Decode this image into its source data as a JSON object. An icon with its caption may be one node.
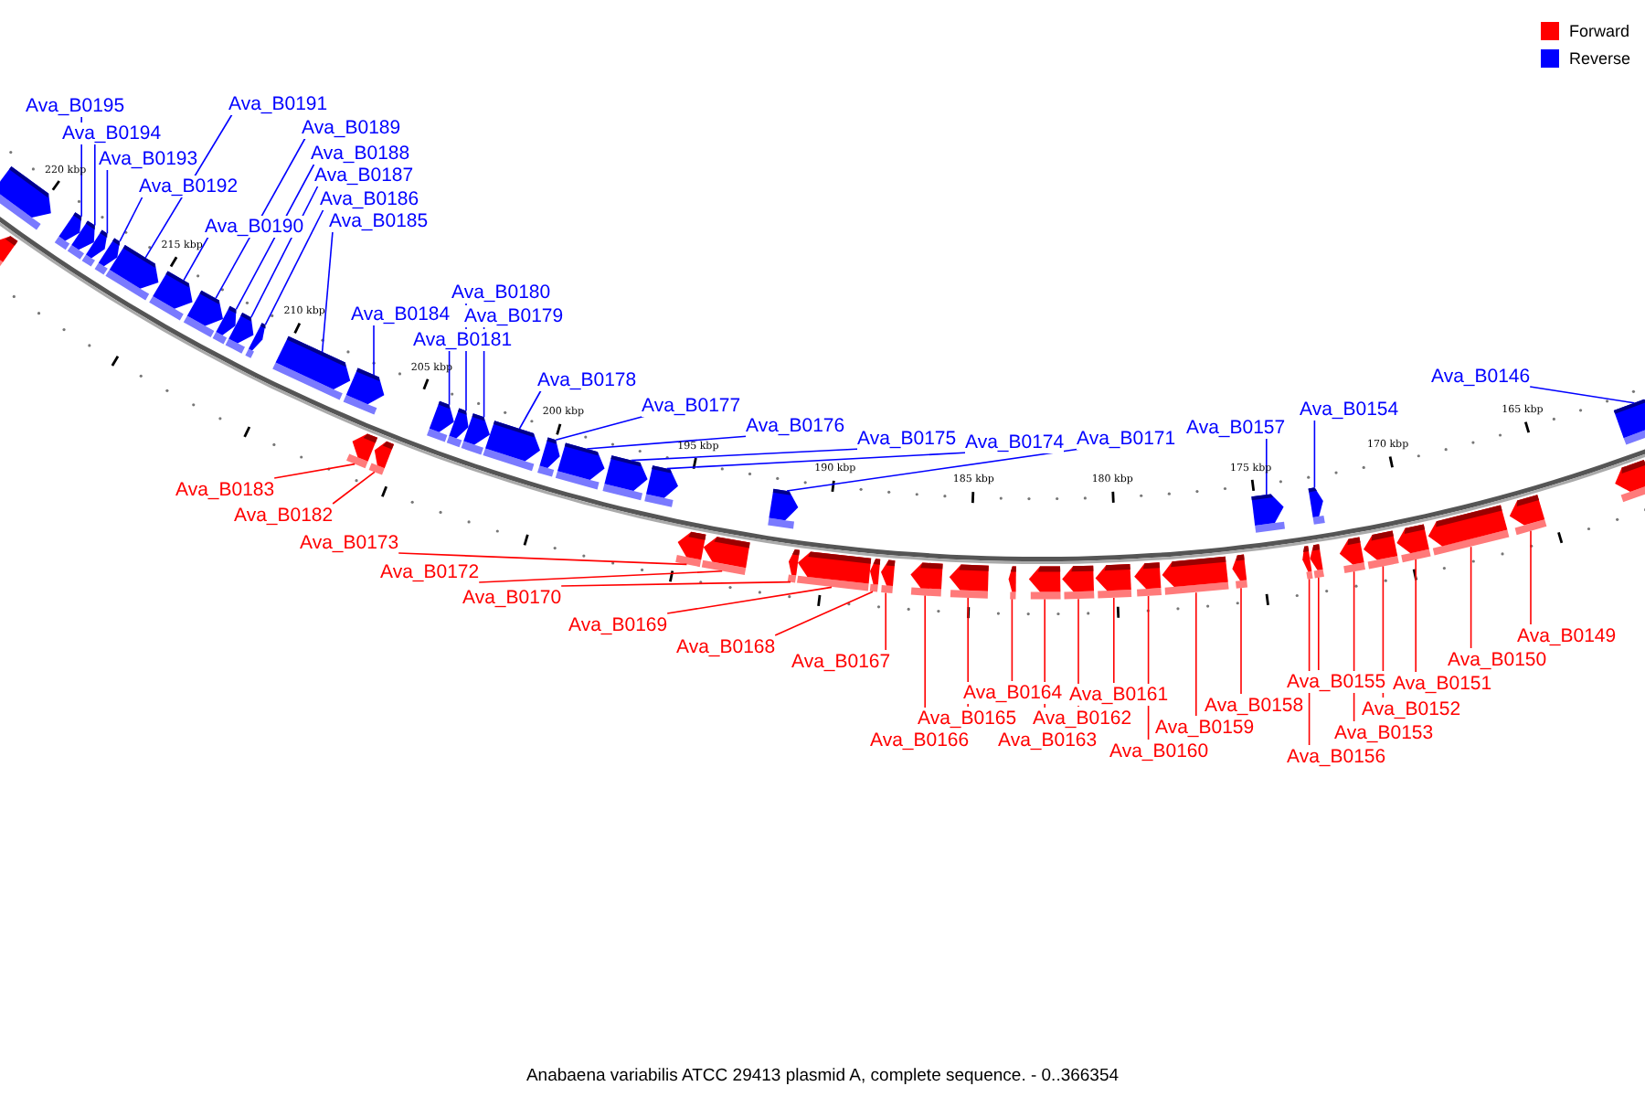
{
  "diagram": {
    "caption": "Anabaena variabilis ATCC 29413 plasmid A, complete sequence. - 0..366354",
    "nodes": [
      {
        "text": [
          "Ava_B0195"
        ]
      },
      {
        "text": [],
        "shape": "arrow"
      },
      {
        "text": [
          "Ava_B0194"
        ]
      },
      {
        "text": [],
        "shape": "arrow"
      },
      {
        "text": [
          "Ava_B0193"
        ]
      },
      {
        "text": [],
        "shape": "arrow"
      },
      {
        "text": [
          "Ava_B0192"
        ]
      },
      {
        "text": [],
        "shape": "arrow"
      },
      {
        "text": [
          "Ava_B0191"
        ]
      },
      {
        "text": [],
        "shape": "arrow"
      },
      {
        "text": [
          "Ava_B0190"
        ]
      },
      {
        "text": [],
        "shape": "arrow"
      },
      {
        "text": [
          "Ava_B0189"
        ]
      },
      {
        "text": [],
        "shape": "arrow"
      },
      {
        "text": [
          "Ava_B0188"
        ]
      },
      {
        "text": [],
        "shape": "arrow"
      },
      {
        "text": [
          "Ava_B0187"
        ]
      },
      {
        "text": [],
        "shape": "arrow"
      },
      {
        "text": [
          "Ava_B0186"
        ]
      },
      {
        "text": [],
        "shape": "arrow"
      },
      {
        "text": [
          "Ava_B0185"
        ]
      },
      {
        "text": [],
        "shape": "arrow"
      },
      {
        "text": [
          "Ava_B0184"
        ]
      },
      {
        "text": [],
        "shape": "arrow"
      },
      {
        "text": [
          "Ava_B0181"
        ]
      },
      {
        "text": [],
        "shape": "arrow"
      },
      {
        "text": [
          "Ava_B0180"
        ]
      },
      {
        "text": [],
        "shape": "arrow"
      },
      {
        "text": [
          "Ava_B0179"
        ]
      },
      {
        "text": [],
        "shape": "arrow"
      },
      {
        "text": [
          "Ava_B0178"
        ]
      },
      {
        "text": [],
        "shape": "arrow"
      },
      {
        "text": [
          "Ava_B0177"
        ]
      },
      {
        "text": [],
        "shape": "arrow"
      },
      {
        "text": [
          "Ava_B0176"
        ]
      },
      {
        "text": [],
        "shape": "arrow"
      },
      {
        "text": [
          "Ava_B0175"
        ]
      },
      {
        "text": [],
        "shape": "arrow"
      },
      {
        "text": [
          "Ava_B0174"
        ]
      },
      {
        "text": [],
        "shape": "arrow"
      },
      {
        "text": [
          "Ava_B0171"
        ]
      },
      {
        "text": [],
        "shape": "arrow"
      },
      {
        "text": [
          "Ava_B0157"
        ]
      },
      {
        "text": [],
        "shape": "arrow"
      },
      {
        "text": [
          "Ava_B0154"
        ]
      },
      {
        "text": [],
        "shape": "arrow"
      },
      {
        "text": [
          "Ava_B0146"
        ]
      },
      {
        "text": [],
        "shape": "arrow"
      },
      {
        "text": [
          "Ava_B0183"
        ]
      },
      {
        "text": [],
        "shape": "arrow"
      },
      {
        "text": [
          "Ava_B0182"
        ]
      },
      {
        "text": [],
        "shape": "arrow"
      },
      {
        "text": [
          "Ava_B0173"
        ]
      },
      {
        "text": [],
        "shape": "arrow"
      },
      {
        "text": [
          "Ava_B0172"
        ]
      },
      {
        "text": [],
        "shape": "arrow"
      },
      {
        "text": [
          "Ava_B0170"
        ]
      },
      {
        "text": [],
        "shape": "arrow"
      },
      {
        "text": [
          "Ava_B0169"
        ]
      },
      {
        "text": [],
        "shape": "arrow"
      },
      {
        "text": [
          "Ava_B0168"
        ]
      },
      {
        "text": [],
        "shape": "arrow"
      },
      {
        "text": [
          "Ava_B0167"
        ]
      },
      {
        "text": [],
        "shape": "arrow"
      },
      {
        "text": [
          "Ava_B0166"
        ]
      },
      {
        "text": [],
        "shape": "arrow"
      },
      {
        "text": [
          "Ava_B0165"
        ]
      },
      {
        "text": [],
        "shape": "arrow"
      },
      {
        "text": [
          "Ava_B0164"
        ]
      },
      {
        "text": [],
        "shape": "arrow"
      },
      {
        "text": [
          "Ava_B0163"
        ]
      },
      {
        "text": [],
        "shape": "arrow"
      },
      {
        "text": [
          "Ava_B0162"
        ]
      },
      {
        "text": [],
        "shape": "arrow"
      },
      {
        "text": [
          "Ava_B0161"
        ]
      },
      {
        "text": [],
        "shape": "arrow"
      },
      {
        "text": [
          "Ava_B0160"
        ]
      },
      {
        "text": [],
        "shape": "arrow"
      },
      {
        "text": [
          "Ava_B0159"
        ]
      },
      {
        "text": [],
        "shape": "arrow"
      },
      {
        "text": [
          "Ava_B0158"
        ]
      },
      {
        "text": [],
        "shape": "arrow"
      },
      {
        "text": [
          "Ava_B0156"
        ]
      },
      {
        "text": [],
        "shape": "arrow"
      },
      {
        "text": [
          "Ava_B0155"
        ]
      },
      {
        "text": [],
        "shape": "arrow"
      },
      {
        "text": [
          "Ava_B0153"
        ]
      },
      {
        "text": [],
        "shape": "arrow"
      },
      {
        "text": [
          "Ava_B0152"
        ]
      },
      {
        "text": [],
        "shape": "arrow"
      },
      {
        "text": [
          "Ava_B0151"
        ]
      },
      {
        "text": [],
        "shape": "arrow"
      },
      {
        "text": [
          "Ava_B0150"
        ]
      },
      {
        "text": [],
        "shape": "arrow"
      },
      {
        "text": [
          "Ava_B0149"
        ]
      },
      {
        "text": [],
        "shape": "arrow"
      },
      {
        "text": [],
        "shape": "arrow"
      },
      {
        "text": [],
        "shape": "arrow"
      },
      {
        "text": [],
        "shape": "arrow"
      }
    ],
    "edges": [
      {
        "from": 0,
        "to": 1,
        "arrow": "none",
        "color": "#0000ff"
      },
      {
        "from": 2,
        "to": 3,
        "arrow": "none",
        "color": "#0000ff"
      },
      {
        "from": 4,
        "to": 5,
        "arrow": "none",
        "color": "#0000ff"
      },
      {
        "from": 6,
        "to": 7,
        "arrow": "none",
        "color": "#0000ff"
      },
      {
        "from": 8,
        "to": 9,
        "arrow": "none",
        "color": "#0000ff"
      },
      {
        "from": 10,
        "to": 11,
        "arrow": "none",
        "color": "#0000ff"
      },
      {
        "from": 12,
        "to": 13,
        "arrow": "none",
        "color": "#0000ff"
      },
      {
        "from": 14,
        "to": 15,
        "arrow": "none",
        "color": "#0000ff"
      },
      {
        "from": 16,
        "to": 17,
        "arrow": "none",
        "color": "#0000ff"
      },
      {
        "from": 18,
        "to": 19,
        "arrow": "none",
        "color": "#0000ff"
      },
      {
        "from": 20,
        "to": 21,
        "arrow": "none",
        "color": "#0000ff"
      },
      {
        "from": 22,
        "to": 23,
        "arrow": "none",
        "color": "#0000ff"
      },
      {
        "from": 24,
        "to": 25,
        "arrow": "none",
        "color": "#0000ff"
      },
      {
        "from": 26,
        "to": 27,
        "arrow": "none",
        "color": "#0000ff"
      },
      {
        "from": 28,
        "to": 29,
        "arrow": "none",
        "color": "#0000ff"
      },
      {
        "from": 30,
        "to": 31,
        "arrow": "none",
        "color": "#0000ff"
      },
      {
        "from": 32,
        "to": 33,
        "arrow": "none",
        "color": "#0000ff"
      },
      {
        "from": 34,
        "to": 35,
        "arrow": "none",
        "color": "#0000ff"
      },
      {
        "from": 36,
        "to": 37,
        "arrow": "none",
        "color": "#0000ff"
      },
      {
        "from": 38,
        "to": 39,
        "arrow": "none",
        "color": "#0000ff"
      },
      {
        "from": 40,
        "to": 41,
        "arrow": "none",
        "color": "#0000ff"
      },
      {
        "from": 42,
        "to": 43,
        "arrow": "none",
        "color": "#0000ff"
      },
      {
        "from": 44,
        "to": 45,
        "arrow": "none",
        "color": "#0000ff"
      },
      {
        "from": 46,
        "to": 47,
        "arrow": "none",
        "color": "#0000ff"
      },
      {
        "from": 48,
        "to": 49,
        "arrow": "none",
        "color": "#ff0000"
      },
      {
        "from": 50,
        "to": 51,
        "arrow": "none",
        "color": "#ff0000"
      },
      {
        "from": 52,
        "to": 53,
        "arrow": "none",
        "color": "#ff0000"
      },
      {
        "from": 54,
        "to": 55,
        "arrow": "none",
        "color": "#ff0000"
      },
      {
        "from": 56,
        "to": 57,
        "arrow": "none",
        "color": "#ff0000"
      },
      {
        "from": 58,
        "to": 59,
        "arrow": "none",
        "color": "#ff0000"
      },
      {
        "from": 60,
        "to": 61,
        "arrow": "none",
        "color": "#ff0000"
      },
      {
        "from": 62,
        "to": 63,
        "arrow": "none",
        "color": "#ff0000"
      },
      {
        "from": 64,
        "to": 65,
        "arrow": "none",
        "color": "#ff0000"
      },
      {
        "from": 66,
        "to": 67,
        "arrow": "none",
        "color": "#ff0000"
      },
      {
        "from": 68,
        "to": 69,
        "arrow": "none",
        "color": "#ff0000"
      },
      {
        "from": 70,
        "to": 71,
        "arrow": "none",
        "color": "#ff0000"
      },
      {
        "from": 72,
        "to": 73,
        "arrow": "none",
        "color": "#ff0000"
      },
      {
        "from": 74,
        "to": 75,
        "arrow": "none",
        "color": "#ff0000"
      },
      {
        "from": 76,
        "to": 77,
        "arrow": "none",
        "color": "#ff0000"
      },
      {
        "from": 78,
        "to": 79,
        "arrow": "none",
        "color": "#ff0000"
      },
      {
        "from": 80,
        "to": 81,
        "arrow": "none",
        "color": "#ff0000"
      },
      {
        "from": 82,
        "to": 83,
        "arrow": "none",
        "color": "#ff0000"
      },
      {
        "from": 84,
        "to": 85,
        "arrow": "none",
        "color": "#ff0000"
      },
      {
        "from": 86,
        "to": 87,
        "arrow": "none",
        "color": "#ff0000"
      },
      {
        "from": 88,
        "to": 89,
        "arrow": "none",
        "color": "#ff0000"
      },
      {
        "from": 90,
        "to": 91,
        "arrow": "none",
        "color": "#ff0000"
      },
      {
        "from": 92,
        "to": 93,
        "arrow": "none",
        "color": "#ff0000"
      },
      {
        "from": 94,
        "to": 95,
        "arrow": "none",
        "color": "#ff0000"
      }
    ],
    "labels": [
      "220 kbp",
      "215 kbp",
      "210 kbp",
      "205 kbp",
      "200 kbp",
      "195 kbp",
      "190 kbp",
      "185 kbp",
      "180 kbp",
      "175 kbp",
      "170 kbp",
      "165 kbp"
    ],
    "legend": [
      {
        "text": "Forward",
        "color": "#ff0000"
      },
      {
        "text": "Reverse",
        "color": "#0000ff"
      }
    ]
  }
}
